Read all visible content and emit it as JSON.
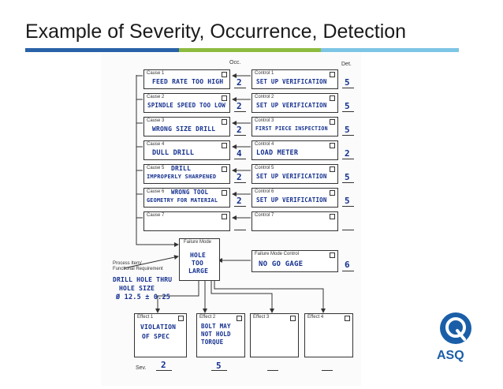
{
  "title": "Example of Severity, Occurrence, Detection",
  "headers": {
    "occ": "Occ.",
    "det": "Det.",
    "sev": "Sev.",
    "process": "Process Item/\nFunctional Requirement"
  },
  "causes": [
    {
      "label": "Cause 1",
      "text": "FEED RATE TOO HIGH",
      "occ": "2"
    },
    {
      "label": "Cause 2",
      "text": "SPINDLE SPEED TOO LOW",
      "occ": "2"
    },
    {
      "label": "Cause 3",
      "text": "WRONG SIZE DRILL",
      "occ": "2"
    },
    {
      "label": "Cause 4",
      "text": "DULL DRILL",
      "occ": "4"
    },
    {
      "label": "Cause 5",
      "text": "DRILL",
      "text2": "IMPROPERLY SHARPENED",
      "occ": "2"
    },
    {
      "label": "Cause 6",
      "text": "WRONG TOOL",
      "text2": "GEOMETRY FOR MATERIAL",
      "occ": "2"
    },
    {
      "label": "Cause 7",
      "text": "",
      "occ": ""
    }
  ],
  "controls": [
    {
      "label": "Control 1",
      "text": "SET UP VERIFICATION",
      "det": "5"
    },
    {
      "label": "Control 2",
      "text": "SET UP VERIFICATION",
      "det": "5"
    },
    {
      "label": "Control 3",
      "text": "FIRST PIECE INSPECTION",
      "det": "5"
    },
    {
      "label": "Control 4",
      "text": "LOAD METER",
      "det": "2"
    },
    {
      "label": "Control 5",
      "text": "SET UP VERIFICATION",
      "det": "5"
    },
    {
      "label": "Control 6",
      "text": "SET UP VERIFICATION",
      "det": "5"
    },
    {
      "label": "Control 7",
      "text": "",
      "det": ""
    }
  ],
  "failure_mode": {
    "label": "Failure Mode",
    "line1": "HOLE",
    "line2": "TOO",
    "line3": "LARGE"
  },
  "failure_mode_control": {
    "label": "Failure Mode Control",
    "text": "NO GO GAGE",
    "det": "6"
  },
  "process_item": {
    "line1": "DRILL HOLE THRU",
    "line2": "HOLE SIZE",
    "line3": "Ø 12.5 ± 0.25"
  },
  "effects": [
    {
      "label": "Effect 1",
      "line1": "VIOLATION",
      "line2": "OF SPEC",
      "line3": "",
      "sev": "2"
    },
    {
      "label": "Effect 2",
      "line1": "BOLT MAY",
      "line2": "NOT HOLD",
      "line3": "TORQUE",
      "sev": "5"
    },
    {
      "label": "Effect 3",
      "line1": "",
      "line2": "",
      "line3": "",
      "sev": ""
    },
    {
      "label": "Effect 4",
      "line1": "",
      "line2": "",
      "line3": "",
      "sev": ""
    }
  ],
  "logo": {
    "text": "ASQ"
  },
  "colors": {
    "blue": "#2a62a8",
    "green": "#8dbb3f",
    "lightblue": "#7dc5e5",
    "ink": "#14308f"
  }
}
